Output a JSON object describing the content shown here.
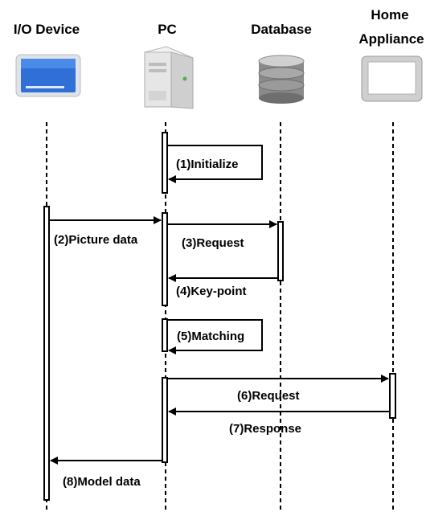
{
  "participants": [
    {
      "id": "io",
      "label_lines": [
        "I/O Device"
      ],
      "icon": "tablet-icon"
    },
    {
      "id": "pc",
      "label_lines": [
        "PC"
      ],
      "icon": "pc-tower-icon"
    },
    {
      "id": "db",
      "label_lines": [
        "Database"
      ],
      "icon": "database-icon"
    },
    {
      "id": "ha",
      "label_lines": [
        "Home",
        "Appliance"
      ],
      "icon": "appliance-icon"
    }
  ],
  "messages": [
    {
      "label": "(1)Initialize",
      "from": "pc",
      "to": "pc",
      "self": true
    },
    {
      "label": "(2)Picture data",
      "from": "io",
      "to": "pc"
    },
    {
      "label": "(3)Request",
      "from": "pc",
      "to": "db"
    },
    {
      "label": "(4)Key-point",
      "from": "db",
      "to": "pc"
    },
    {
      "label": "(5)Matching",
      "from": "pc",
      "to": "pc",
      "self": true
    },
    {
      "label": "(6)Request",
      "from": "pc",
      "to": "ha"
    },
    {
      "label": "(7)Response",
      "from": "ha",
      "to": "pc"
    },
    {
      "label": "(8)Model data",
      "from": "pc",
      "to": "io"
    }
  ]
}
